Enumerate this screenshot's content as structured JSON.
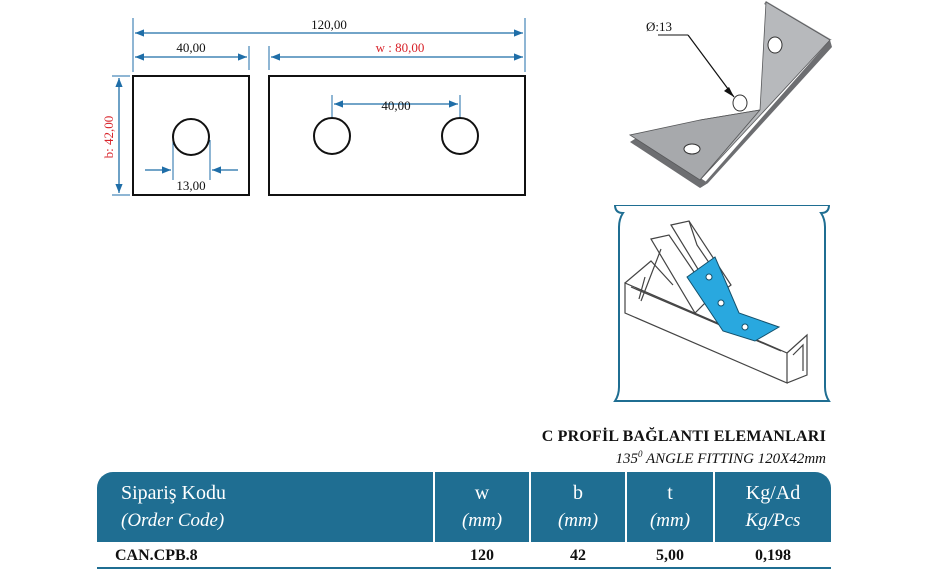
{
  "drawing": {
    "dim_total": "120,00",
    "dim_left": "40,00",
    "dim_w": "w : 80,00",
    "dim_b": "b: 42,00",
    "dim_hole_spacing": "40,00",
    "dim_hole_dia": "13,00",
    "hole_label": "Ø:13"
  },
  "title": {
    "main": "C PROFİL BAĞLANTI ELEMANLARI",
    "sub_pre": "135",
    "sub_sup": "0",
    "sub_post": " ANGLE FITTING 120X42mm"
  },
  "table": {
    "headers": [
      {
        "l1": "Sipariş Kodu",
        "l2": "(Order Code)"
      },
      {
        "l1": "w",
        "l2": "(mm)"
      },
      {
        "l1": "b",
        "l2": "(mm)"
      },
      {
        "l1": "t",
        "l2": "(mm)"
      },
      {
        "l1": "Kg/Ad",
        "l2": "Kg/Pcs"
      }
    ],
    "row": [
      "CAN.CPB.8",
      "120",
      "42",
      "5,00",
      "0,198"
    ]
  },
  "colors": {
    "header_bg": "#1f6e92",
    "dim_blue": "#1f6ea8",
    "dim_red": "#d8232a",
    "plate_gray": "#a7a9ac",
    "part_blue": "#29a8df"
  }
}
